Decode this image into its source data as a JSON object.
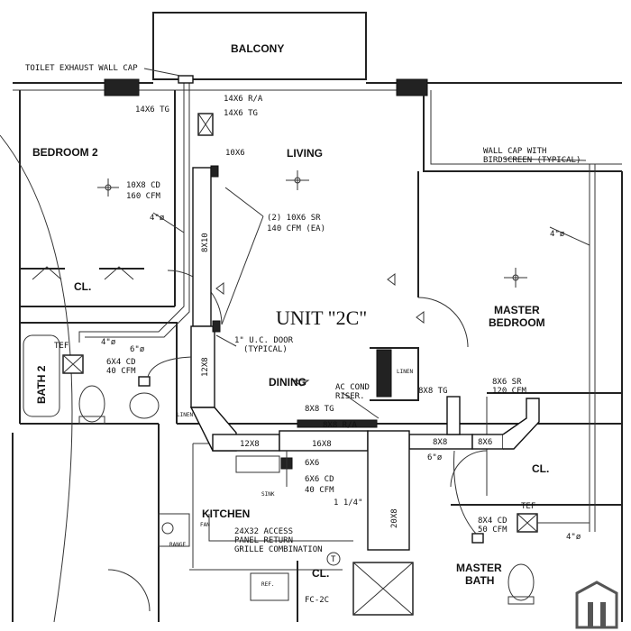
{
  "rooms": {
    "balcony": "BALCONY",
    "bedroom2": "BEDROOM 2",
    "living": "LIVING",
    "closet_left": "CL.",
    "unit": "UNIT \"2C\"",
    "master_bedroom_line1": "MASTER",
    "master_bedroom_line2": "BEDROOM",
    "bath2": "BATH 2",
    "dining": "DINING",
    "closet_right": "CL.",
    "kitchen": "KITCHEN",
    "master_bath_line1": "MASTER",
    "master_bath_line2": "BATH",
    "closet_bottom": "CL.",
    "linen_right": "LINEN",
    "linen_left": "LINEN",
    "sink": "SINK",
    "range": "RANGE",
    "ref": "REF.",
    "fan": "FAN"
  },
  "annotations": {
    "toilet_exhaust": "TOILET EXHAUST WALL CAP",
    "ra_14x6": "14X6 R/A",
    "tg_14x6_right": "14X6 TG",
    "tg_14x6_left": "14X6 TG",
    "size_10x6": "10X6",
    "cd_10x8": "10X8 CD",
    "cfm_160": "160 CFM",
    "duct_4_left": "4\"ø",
    "duct_8x10": "8X10",
    "sr_2_10x6": "(2) 10X6 SR",
    "cfm_140_ea": "140 CFM (EA)",
    "wall_cap_line1": "WALL CAP WITH",
    "wall_cap_line2": "BIRDSCREEN (TYPICAL)",
    "duct_4_right": "4\"ø",
    "tef_left": "TEF",
    "duct_4_bath2": "4\"ø",
    "duct_6_bath2": "6\"ø",
    "cd_6x4": "6X4 CD",
    "cfm_40_bath2": "40 CFM",
    "uc_door_line1": "1\" U.C. DOOR",
    "uc_door_line2": "(TYPICAL)",
    "duct_12x8_vertical": "12X8",
    "ac_riser_line1": "AC COND",
    "ac_riser_line2": "RISER.",
    "tg_8x8_left": "8X8 TG",
    "tg_8x8_right": "8X8 TG",
    "sr_8x6": "8X6 SR",
    "cfm_120": "120 CFM",
    "ra_8x8": "8X8 R/A",
    "duct_12x8_horizontal": "12X8",
    "duct_16x8": "16X8",
    "duct_8x8": "8X8",
    "duct_8x6": "8X6",
    "size_6x6": "6X6",
    "cd_6x6": "6X6 CD",
    "cfm_40_kitchen": "40 CFM",
    "duct_1_1_4": "1 1/4\"",
    "duct_6_master": "6\"ø",
    "duct_20x8": "20X8",
    "access_panel_line1": "24X32 ACCESS",
    "access_panel_line2": "PANEL RETURN",
    "access_panel_line3": "GRILLE COMBINATION",
    "thermostat": "T",
    "tef_right": "TEF",
    "cd_8x4": "8X4 CD",
    "cfm_50": "50 CFM",
    "duct_4_bottom": "4\"ø",
    "fc_2c": "FC-2C"
  }
}
